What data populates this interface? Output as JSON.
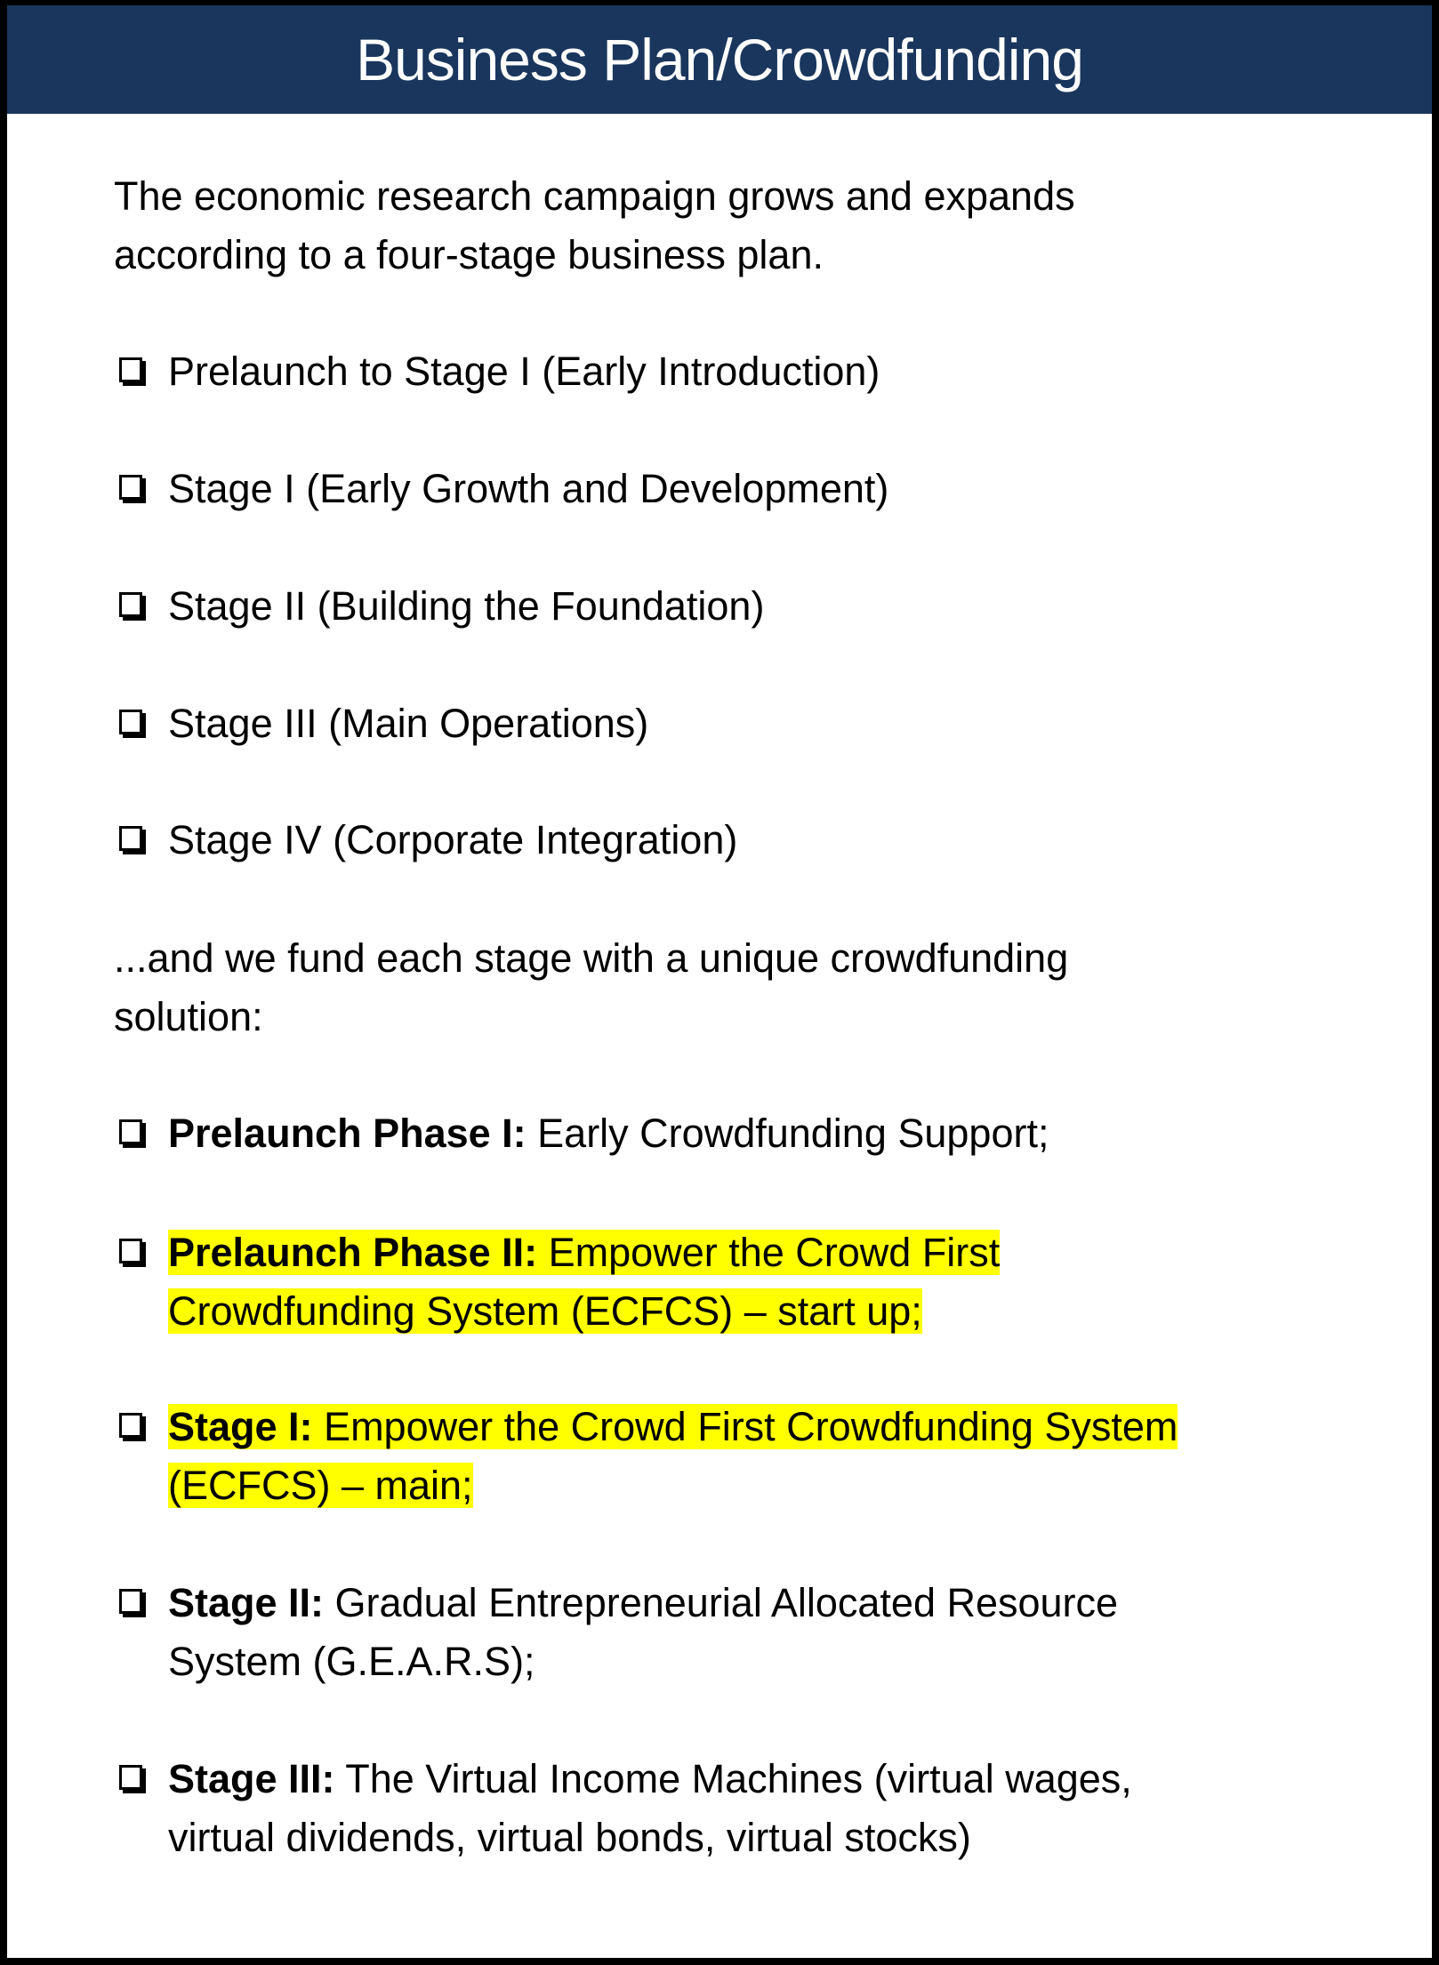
{
  "title": "Business Plan/Crowdfunding",
  "intro": [
    "The economic research campaign grows and expands",
    "according to a four-stage business plan."
  ],
  "stages": [
    "Prelaunch to Stage I (Early Introduction)",
    "Stage I (Early Growth and Development)",
    "Stage II (Building the Foundation)",
    "Stage III (Main Operations)",
    "Stage IV (Corporate Integration)"
  ],
  "funding_intro": [
    "...and we fund each stage with a unique crowdfunding",
    "solution:"
  ],
  "funding": [
    {
      "label": "Prelaunch Phase I:",
      "text": [
        " Early Crowdfunding Support;"
      ],
      "highlighted": false
    },
    {
      "label": "Prelaunch Phase II:",
      "text": [
        " Empower the Crowd First ",
        "Crowdfunding System (ECFCS) – start up;"
      ],
      "highlighted": true
    },
    {
      "label": "Stage I:",
      "text": [
        " Empower the Crowd First Crowdfunding System ",
        "(ECFCS) – main;"
      ],
      "highlighted": true
    },
    {
      "label": "Stage II:",
      "text": [
        " Gradual Entrepreneurial Allocated Resource",
        "System (G.E.A.R.S);"
      ],
      "highlighted": false
    },
    {
      "label": "Stage III:",
      "text": [
        " The Virtual Income Machines (virtual wages,",
        "virtual dividends, virtual bonds, virtual stocks)"
      ],
      "highlighted": false
    }
  ],
  "colors": {
    "header": "#1a365d",
    "highlight": "#ffff00"
  }
}
